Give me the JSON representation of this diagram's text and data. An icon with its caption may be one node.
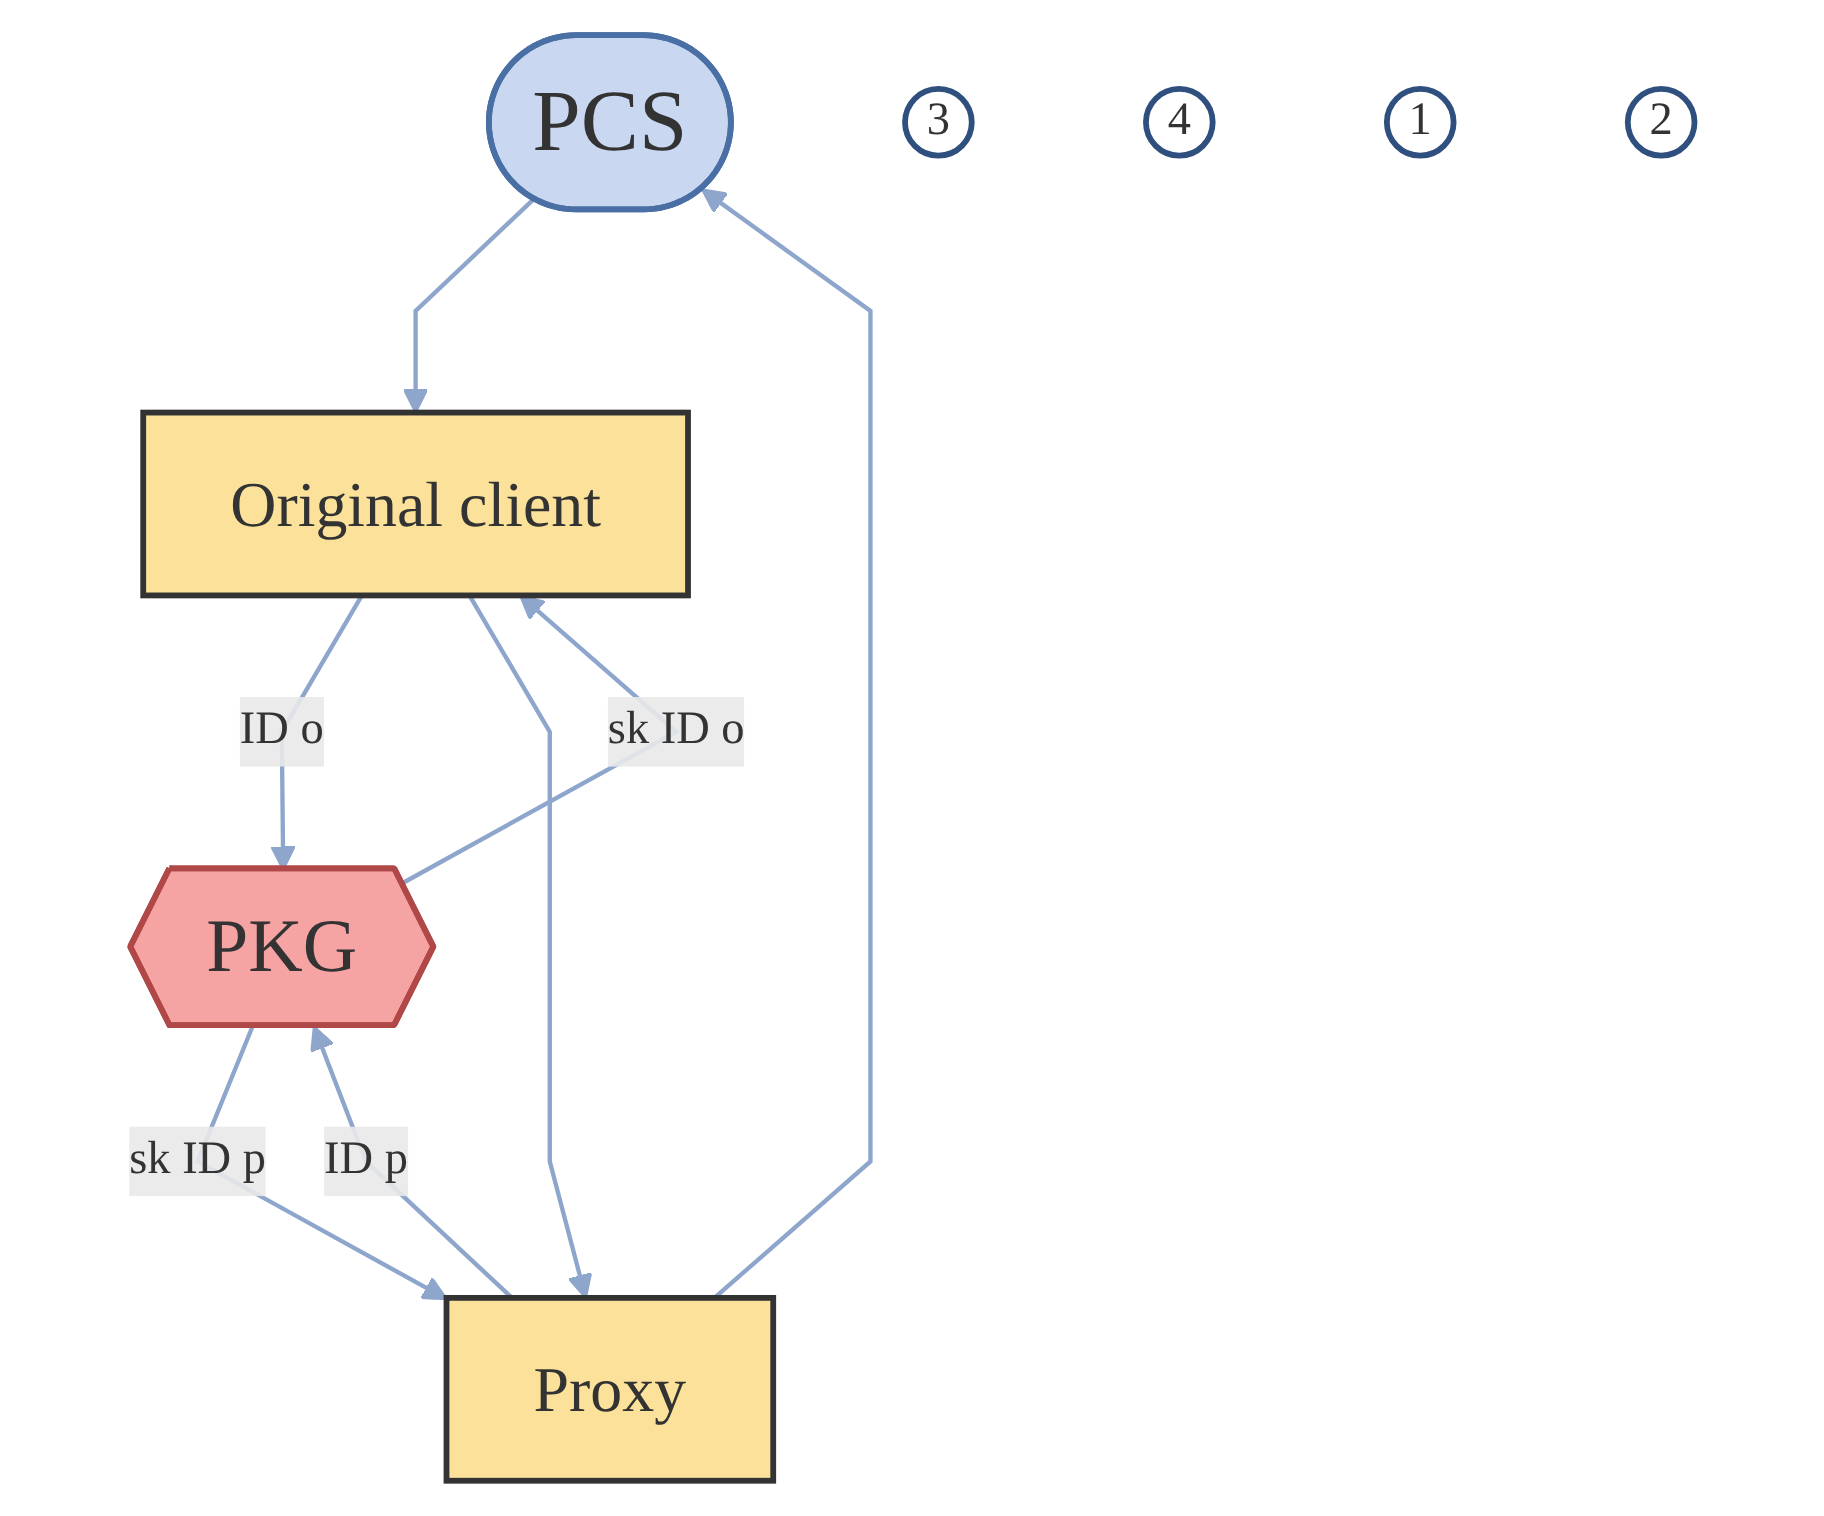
{
  "diagram": {
    "nodes": [
      {
        "text": [
          "PCS"
        ]
      },
      {
        "text": [
          "3"
        ]
      },
      {
        "text": [
          "PKG"
        ]
      },
      {
        "text": [
          "4"
        ]
      },
      {
        "text": [
          "1"
        ]
      },
      {
        "text": [
          "Proxy"
        ]
      },
      {
        "text": [
          "Original client"
        ]
      },
      {
        "text": [
          "2"
        ]
      }
    ],
    "edges": [
      {
        "from": 5,
        "to": 0,
        "arrow": "to"
      },
      {
        "from": 0,
        "to": 6,
        "arrow": "to"
      },
      {
        "from": 5,
        "to": 2,
        "label": "ID p",
        "arrow": "to"
      },
      {
        "from": 2,
        "to": 5,
        "label": "sk ID p",
        "arrow": "to"
      },
      {
        "from": 6,
        "to": 2,
        "label": "ID o",
        "arrow": "to"
      },
      {
        "from": 2,
        "to": 6,
        "label": "sk ID o",
        "arrow": "to"
      },
      {
        "from": 6,
        "to": 5,
        "arrow": "to"
      }
    ]
  }
}
